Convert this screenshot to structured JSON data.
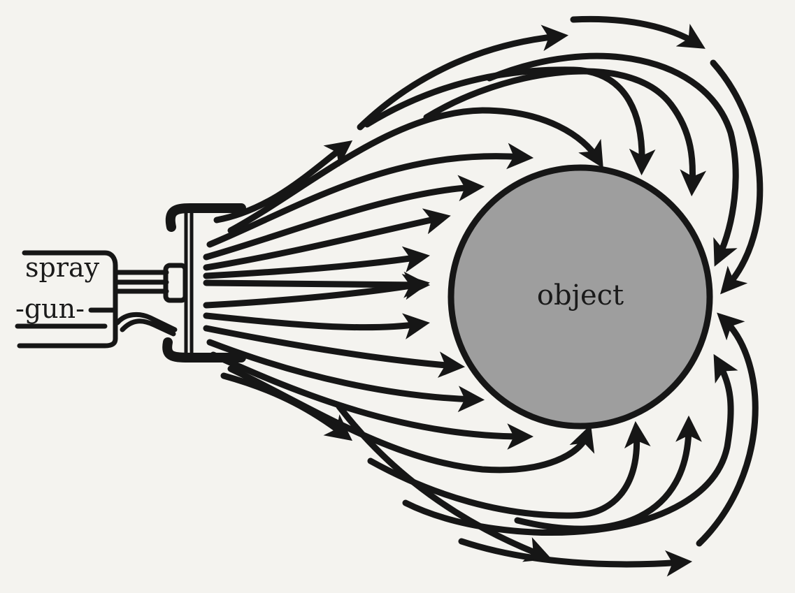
{
  "diagram": {
    "labels": {
      "spray": "spray",
      "gun": "-gun-",
      "object": "object"
    },
    "colors": {
      "ink": "#161616",
      "object_fill": "#9e9e9e",
      "background": "#f4f3ef"
    }
  }
}
